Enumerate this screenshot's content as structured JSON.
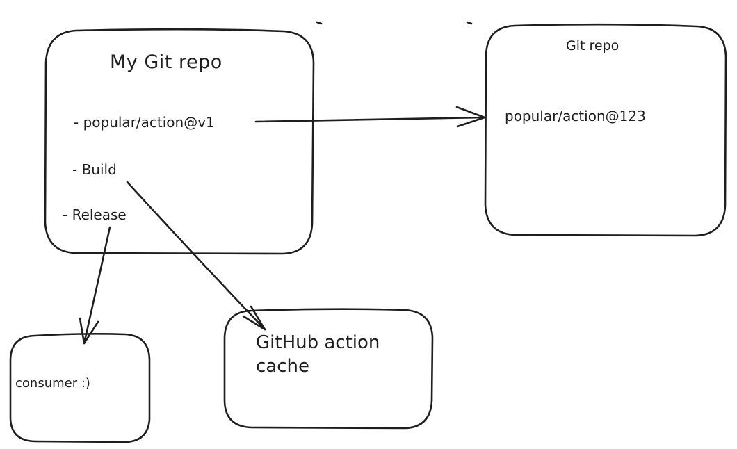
{
  "source_box": {
    "title": "My Git repo",
    "items": [
      "- popular/action@v1",
      "- Build",
      "-  Release"
    ]
  },
  "target_box": {
    "title": "Git repo",
    "content": "popular/action@123"
  },
  "cache_box": {
    "line1": "GitHub action",
    "line2": "cache"
  },
  "consumer_box": {
    "label": "consumer :)"
  },
  "arrows": [
    {
      "from": "popular/action@v1",
      "to": "Git repo"
    },
    {
      "from": "Build",
      "to": "GitHub action cache"
    },
    {
      "from": "Release",
      "to": "consumer :)"
    }
  ],
  "colors": {
    "stroke": "#1e1e1e",
    "background": "#ffffff"
  }
}
